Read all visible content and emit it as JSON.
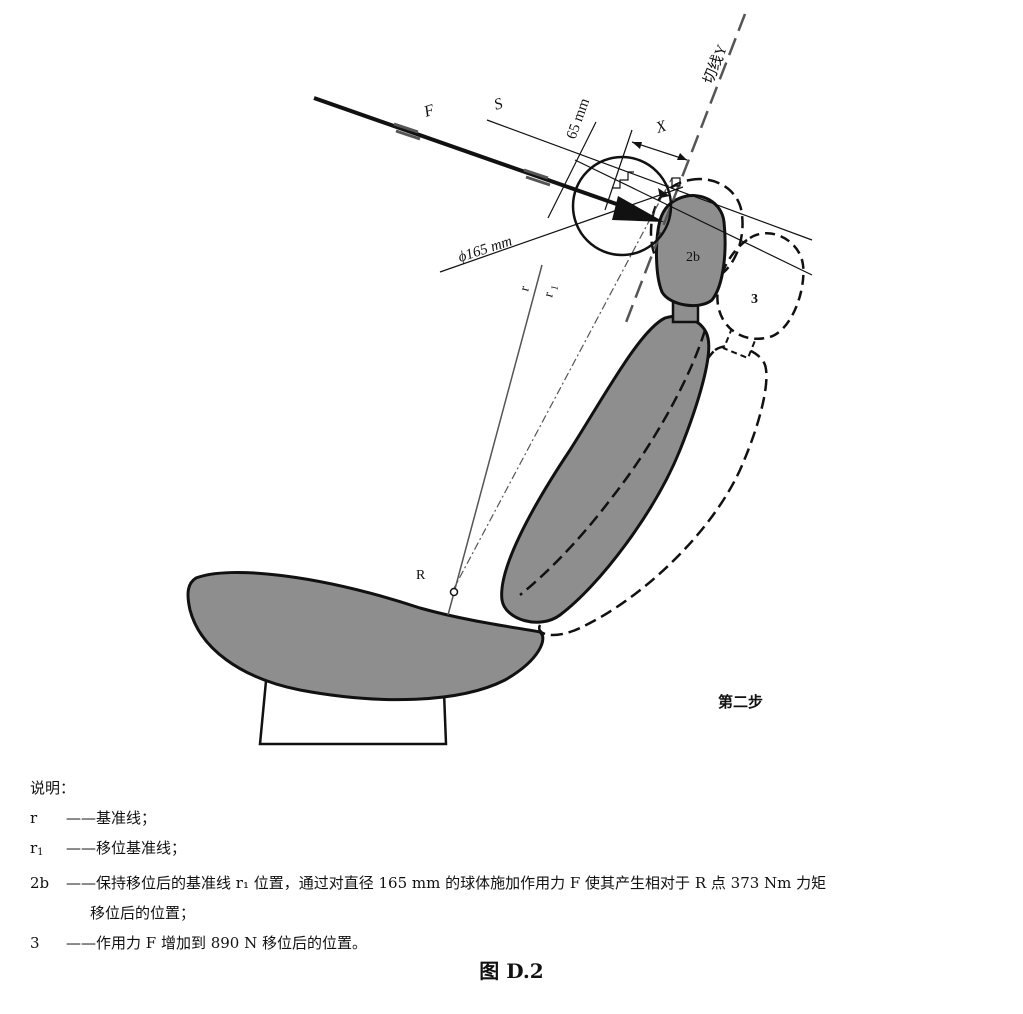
{
  "diagram": {
    "labels": {
      "F": "F",
      "S": "S",
      "mm65": "65 mm",
      "X": "X",
      "tangent": "切线Y",
      "phi": "ϕ165 mm",
      "r": "r",
      "r1": "r",
      "r1_sub": "1",
      "part_2b": "2b",
      "part_3": "3",
      "R": "R",
      "step": "第二步"
    }
  },
  "legend": {
    "title": "说明：",
    "items": [
      {
        "term": "r",
        "term_sub": "",
        "dash": " ——",
        "text": "基准线；"
      },
      {
        "term": "r",
        "term_sub": "1",
        "dash": " ——",
        "text": "移位基准线；"
      },
      {
        "term": "2b",
        "term_sub": "",
        "dash": "——",
        "text": "保持移位后的基准线 r₁ 位置，通过对直径 165 mm 的球体施加作用力 F 使其产生相对于 R 点 373 Nm 力矩",
        "text2": "移位后的位置；"
      },
      {
        "term": "3",
        "term_sub": "",
        "dash": " ——",
        "text": "作用力 F 增加到 890 N 移位后的位置。"
      }
    ]
  },
  "caption": "图 D.2"
}
